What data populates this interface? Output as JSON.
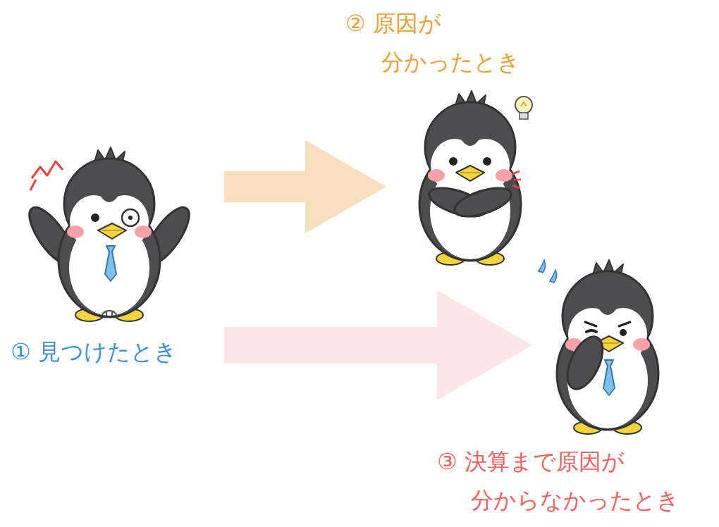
{
  "diagram": {
    "nodes": [
      {
        "text": [
          "① 見つけたとき"
        ]
      },
      {
        "text": [
          "② 原因が 分かったとき"
        ]
      },
      {
        "text": [
          "③ 決算まで原因が 分からなかったとき"
        ]
      }
    ],
    "edges": [
      {
        "from": 0,
        "to": 1,
        "arrow": "to"
      },
      {
        "from": 0,
        "to": 2,
        "arrow": "to"
      }
    ]
  }
}
